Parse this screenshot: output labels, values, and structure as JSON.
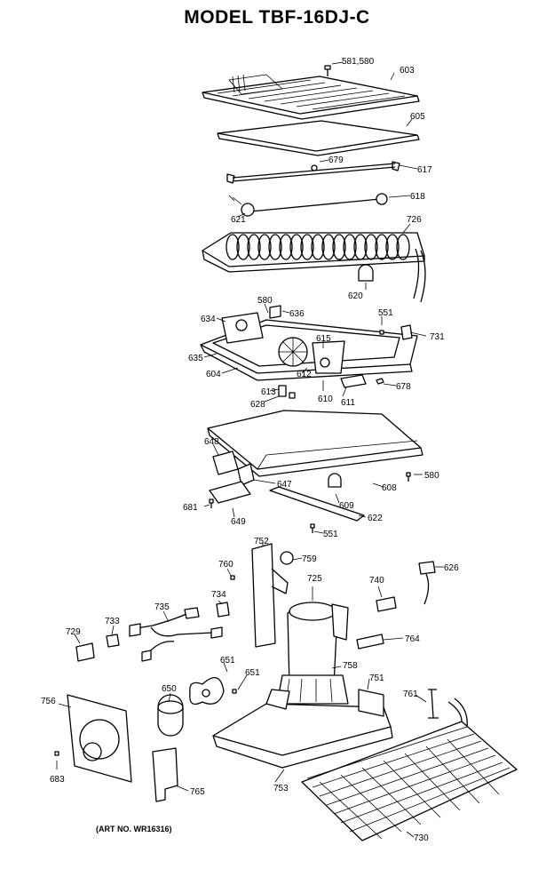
{
  "title": "MODEL TBF-16DJ-C",
  "art_no": "(ART NO. WR16316)",
  "callouts": [
    "581,580",
    "603",
    "605",
    "679",
    "617",
    "618",
    "621",
    "726",
    "620",
    "580",
    "636",
    "634",
    "551",
    "731",
    "635",
    "604",
    "615",
    "612",
    "613",
    "610",
    "611",
    "678",
    "628",
    "648",
    "647",
    "608",
    "580",
    "609",
    "681",
    "649",
    "622",
    "551",
    "752",
    "760",
    "759",
    "626",
    "725",
    "740",
    "734",
    "735",
    "733",
    "729",
    "764",
    "651",
    "651",
    "650",
    "758",
    "751",
    "761",
    "756",
    "683",
    "765",
    "753",
    "730"
  ]
}
